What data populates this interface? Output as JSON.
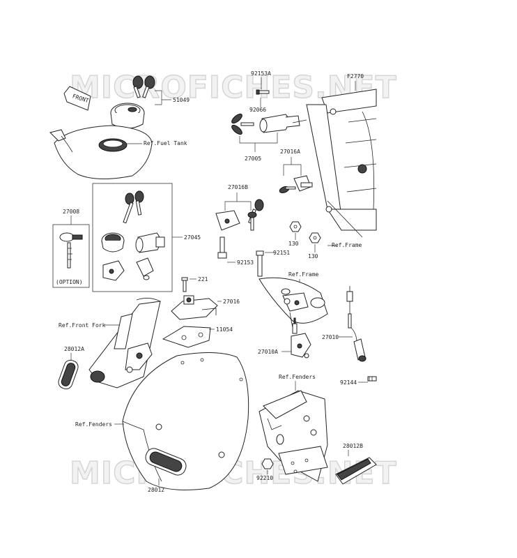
{
  "watermark": {
    "top": "MICROFICHES.NET",
    "bottom": "MICROFICHES.NET"
  },
  "front_arrow": "FRONT",
  "labels": {
    "p51049": "51049",
    "p92153A": "92153A",
    "pF2770": "F2770",
    "p92066": "92066",
    "ref_fuel_tank": "Ref.Fuel Tank",
    "p27005": "27005",
    "p27016A": "27016A",
    "p27008": "27008",
    "p27016B": "27016B",
    "p27045": "27045",
    "p130a": "130",
    "p130b": "130",
    "ref_frame_1": "Ref.Frame",
    "p92151": "92151",
    "p92153": "92153",
    "option": "(OPTION)",
    "p221": "221",
    "ref_frame_2": "Ref.Frame",
    "p27016": "27016",
    "ref_front_fork": "Ref.Front Fork",
    "p11054": "11054",
    "p27010": "27010",
    "p28012A": "28012A",
    "p27010A": "27010A",
    "ref_fenders_1": "Ref.Fenders",
    "p92144": "92144",
    "ref_fenders_2": "Ref.Fenders",
    "p28012B": "28012B",
    "p92210": "92210",
    "p28012": "28012"
  }
}
